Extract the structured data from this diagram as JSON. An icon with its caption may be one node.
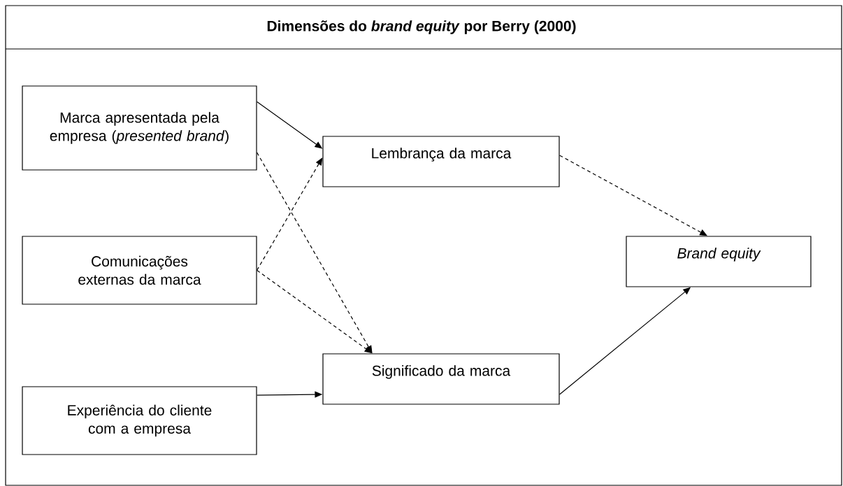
{
  "diagram": {
    "title": "Dimensões do *brand equity* por Berry (2000)",
    "nodes": [
      {
        "text": [
          "Marca apresentada pela empresa (*presented brand*)"
        ]
      },
      {
        "text": [
          "Comunicações externas da marca"
        ]
      },
      {
        "text": [
          "Experiência do cliente com a empresa"
        ]
      },
      {
        "text": [
          "Lembrança da marca"
        ]
      },
      {
        "text": [
          "Significado da marca"
        ]
      },
      {
        "text": [
          "Brand equity"
        ]
      }
    ],
    "edges": [
      {
        "from": 0,
        "to": 3,
        "arrow": "to"
      },
      {
        "from": 0,
        "to": 4,
        "arrow": "to",
        "style": "dashed"
      },
      {
        "from": 1,
        "to": 3,
        "arrow": "to",
        "style": "dashed"
      },
      {
        "from": 1,
        "to": 4,
        "arrow": "to",
        "style": "dashed"
      },
      {
        "from": 2,
        "to": 4,
        "arrow": "to"
      },
      {
        "from": 3,
        "to": 5,
        "arrow": "to",
        "style": "dashed"
      },
      {
        "from": 4,
        "to": 5,
        "arrow": "to"
      }
    ]
  }
}
